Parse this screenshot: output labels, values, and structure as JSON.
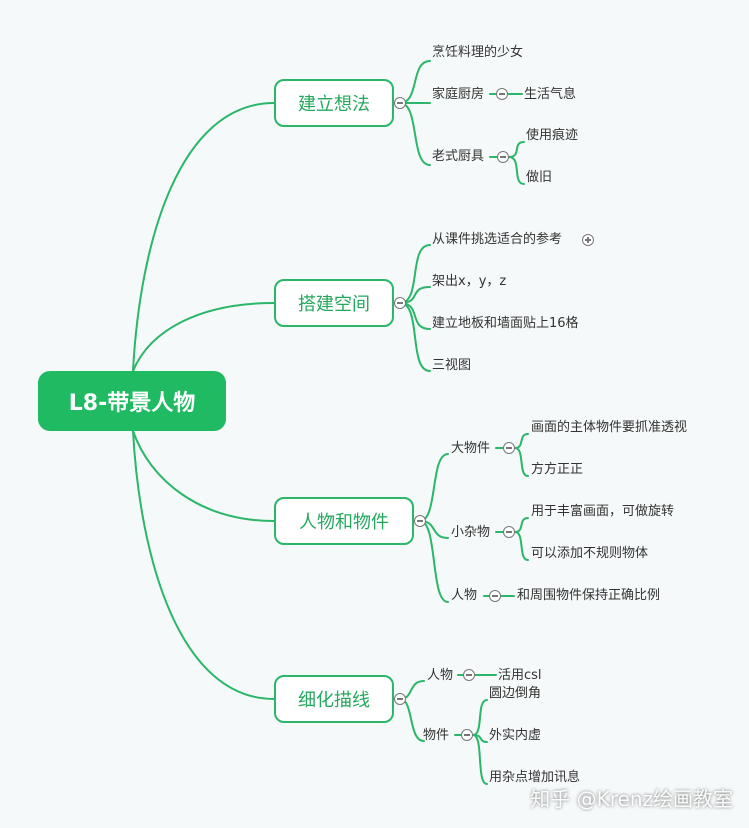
{
  "root": {
    "label": "L8-带景人物"
  },
  "branches": [
    {
      "label": "建立想法",
      "children": [
        {
          "label": "烹饪料理的少女"
        },
        {
          "label": "家庭厨房",
          "children": [
            "生活气息"
          ]
        },
        {
          "label": "老式厨具",
          "children": [
            "使用痕迹",
            "做旧"
          ]
        }
      ]
    },
    {
      "label": "搭建空间",
      "children": [
        {
          "label": "从课件挑选适合的参考",
          "collapsed": true
        },
        {
          "label": "架出x，y，z"
        },
        {
          "label": "建立地板和墙面贴上16格"
        },
        {
          "label": "三视图"
        }
      ]
    },
    {
      "label": "人物和物件",
      "children": [
        {
          "label": "大物件",
          "children": [
            "画面的主体物件要抓准透视",
            "方方正正"
          ]
        },
        {
          "label": "小杂物",
          "children": [
            "用于丰富画面，可做旋转",
            "可以添加不规则物体"
          ]
        },
        {
          "label": "人物",
          "children": [
            "和周围物件保持正确比例"
          ]
        }
      ]
    },
    {
      "label": "细化描线",
      "children": [
        {
          "label": "人物",
          "children": [
            "活用csl"
          ]
        },
        {
          "label": "物件",
          "children": [
            "圆边倒角",
            "外实内虚",
            "用杂点增加讯息"
          ]
        }
      ]
    }
  ],
  "watermark": "知乎 @Krenz绘画教室",
  "colors": {
    "accent": "#1fba62",
    "line": "#2bb66a",
    "background": "#f5f9f9"
  }
}
